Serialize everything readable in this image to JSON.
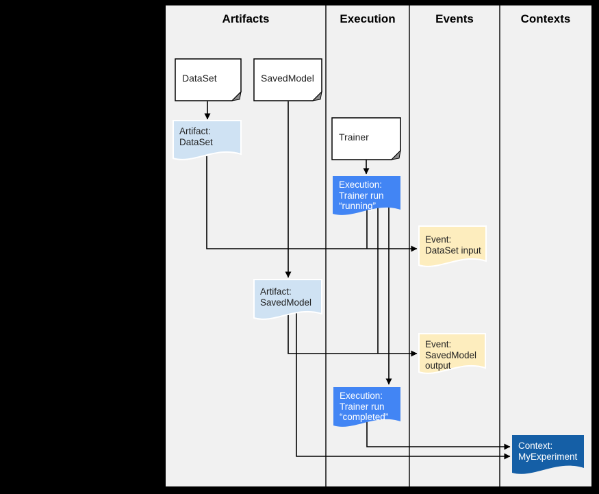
{
  "header": {
    "columns": [
      {
        "label": "Artifacts"
      },
      {
        "label": "Execution"
      },
      {
        "label": "Events"
      },
      {
        "label": "Contexts"
      }
    ]
  },
  "nodes": {
    "dataset": {
      "label": "DataSet"
    },
    "savedmodel": {
      "label": "SavedModel"
    },
    "trainer": {
      "label": "Trainer"
    },
    "artifact_dataset": {
      "lines": [
        "Artifact:",
        "DataSet"
      ]
    },
    "execution_running": {
      "lines": [
        "Execution:",
        "Trainer run",
        "“running”"
      ]
    },
    "event_dataset_input": {
      "lines": [
        "Event:",
        "DataSet input"
      ]
    },
    "artifact_savedmodel": {
      "lines": [
        "Artifact:",
        "SavedModel"
      ]
    },
    "event_savedmodel_output": {
      "lines": [
        "Event:",
        "SavedModel",
        "output"
      ]
    },
    "execution_completed": {
      "lines": [
        "Execution:",
        "Trainer run",
        "“completed”"
      ]
    },
    "context_myexperiment": {
      "lines": [
        "Context:",
        "MyExperiment"
      ]
    }
  },
  "colors": {
    "page_bg": "#000000",
    "canvas_bg": "#f1f1f1",
    "white_node_fill": "#ffffff",
    "artifact_fill": "#cfe2f3",
    "execution_fill": "#4285f4",
    "event_fill": "#fdedbe",
    "context_fill": "#155fa6",
    "connector": "#000000"
  }
}
